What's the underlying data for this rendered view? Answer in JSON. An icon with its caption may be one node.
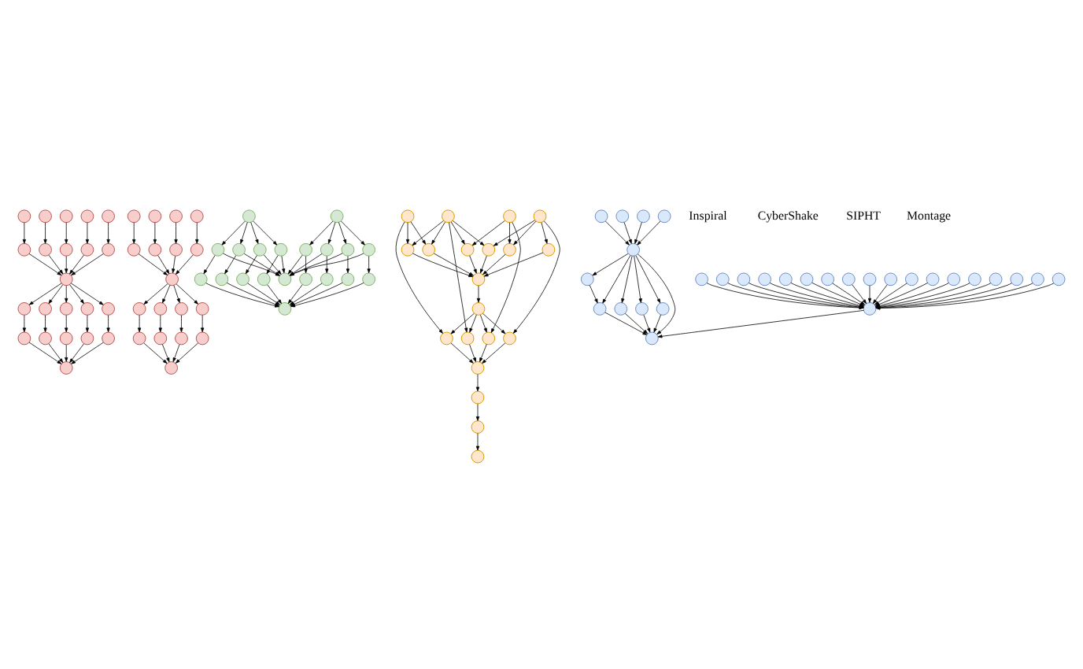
{
  "diagram": {
    "nodes": [
      {
        "text": [],
        "shape": "circle"
      },
      {
        "text": [],
        "shape": "circle"
      },
      {
        "text": [],
        "shape": "circle"
      },
      {
        "text": [],
        "shape": "circle"
      },
      {
        "text": [],
        "shape": "circle"
      },
      {
        "text": [],
        "shape": "circle"
      },
      {
        "text": [],
        "shape": "circle"
      },
      {
        "text": [],
        "shape": "circle"
      },
      {
        "text": [],
        "shape": "circle"
      },
      {
        "text": [],
        "shape": "circle"
      },
      {
        "text": [],
        "shape": "circle"
      },
      {
        "text": [],
        "shape": "circle"
      },
      {
        "text": [],
        "shape": "circle"
      },
      {
        "text": [],
        "shape": "circle"
      },
      {
        "text": [],
        "shape": "circle"
      },
      {
        "text": [],
        "shape": "circle"
      },
      {
        "text": [],
        "shape": "circle"
      },
      {
        "text": [],
        "shape": "circle"
      },
      {
        "text": [],
        "shape": "circle"
      },
      {
        "text": [],
        "shape": "circle"
      },
      {
        "text": [],
        "shape": "circle"
      },
      {
        "text": [],
        "shape": "circle"
      },
      {
        "text": [],
        "shape": "circle"
      },
      {
        "text": [],
        "shape": "circle"
      },
      {
        "text": [],
        "shape": "circle"
      },
      {
        "text": [],
        "shape": "circle"
      },
      {
        "text": [],
        "shape": "circle"
      },
      {
        "text": [],
        "shape": "circle"
      },
      {
        "text": [],
        "shape": "circle"
      },
      {
        "text": [],
        "shape": "circle"
      },
      {
        "text": [],
        "shape": "circle"
      },
      {
        "text": [],
        "shape": "circle"
      },
      {
        "text": [],
        "shape": "circle"
      },
      {
        "text": [],
        "shape": "circle"
      },
      {
        "text": [],
        "shape": "circle"
      },
      {
        "text": [],
        "shape": "circle"
      },
      {
        "text": [],
        "shape": "circle"
      },
      {
        "text": [],
        "shape": "circle"
      },
      {
        "text": [],
        "shape": "circle"
      },
      {
        "text": [],
        "shape": "circle"
      },
      {
        "text": [],
        "shape": "circle"
      },
      {
        "text": [],
        "shape": "circle"
      },
      {
        "text": [],
        "shape": "circle"
      },
      {
        "text": [],
        "shape": "circle"
      },
      {
        "text": [],
        "shape": "circle"
      },
      {
        "text": [],
        "shape": "circle"
      },
      {
        "text": [],
        "shape": "circle"
      },
      {
        "text": [],
        "shape": "circle"
      },
      {
        "text": [],
        "shape": "circle"
      },
      {
        "text": [],
        "shape": "circle"
      },
      {
        "text": [],
        "shape": "circle"
      },
      {
        "text": [],
        "shape": "circle"
      },
      {
        "text": [],
        "shape": "circle"
      },
      {
        "text": [],
        "shape": "circle"
      },
      {
        "text": [],
        "shape": "circle"
      },
      {
        "text": [],
        "shape": "circle"
      },
      {
        "text": [],
        "shape": "circle"
      },
      {
        "text": [],
        "shape": "circle"
      },
      {
        "text": [],
        "shape": "circle"
      },
      {
        "text": [],
        "shape": "circle"
      },
      {
        "text": [],
        "shape": "circle"
      },
      {
        "text": [],
        "shape": "circle"
      },
      {
        "text": [],
        "shape": "circle"
      },
      {
        "text": [],
        "shape": "circle"
      },
      {
        "text": [],
        "shape": "circle"
      },
      {
        "text": [],
        "shape": "circle"
      },
      {
        "text": [],
        "shape": "circle"
      },
      {
        "text": [],
        "shape": "circle"
      },
      {
        "text": [],
        "shape": "circle"
      },
      {
        "text": [],
        "shape": "circle"
      },
      {
        "text": [],
        "shape": "circle"
      },
      {
        "text": [],
        "shape": "circle"
      },
      {
        "text": [],
        "shape": "circle"
      },
      {
        "text": [],
        "shape": "circle"
      },
      {
        "text": [],
        "shape": "circle"
      },
      {
        "text": [],
        "shape": "circle"
      },
      {
        "text": [],
        "shape": "circle"
      },
      {
        "text": [],
        "shape": "circle"
      },
      {
        "text": [],
        "shape": "circle"
      },
      {
        "text": [],
        "shape": "circle"
      },
      {
        "text": [],
        "shape": "circle"
      },
      {
        "text": [],
        "shape": "circle"
      },
      {
        "text": [],
        "shape": "circle"
      },
      {
        "text": [],
        "shape": "circle"
      },
      {
        "text": [],
        "shape": "circle"
      },
      {
        "text": [],
        "shape": "circle"
      },
      {
        "text": [],
        "shape": "circle"
      },
      {
        "text": [],
        "shape": "circle"
      },
      {
        "text": [],
        "shape": "circle"
      },
      {
        "text": [],
        "shape": "circle"
      },
      {
        "text": [],
        "shape": "circle"
      },
      {
        "text": [],
        "shape": "circle"
      },
      {
        "text": [],
        "shape": "circle"
      },
      {
        "text": [],
        "shape": "circle"
      },
      {
        "text": [],
        "shape": "circle"
      },
      {
        "text": [],
        "shape": "circle"
      },
      {
        "text": [],
        "shape": "circle"
      },
      {
        "text": [],
        "shape": "circle"
      },
      {
        "text": [],
        "shape": "circle"
      },
      {
        "text": [],
        "shape": "circle"
      },
      {
        "text": [],
        "shape": "circle"
      },
      {
        "text": [],
        "shape": "circle"
      },
      {
        "text": [],
        "shape": "circle"
      },
      {
        "text": [],
        "shape": "circle"
      },
      {
        "text": [],
        "shape": "circle"
      },
      {
        "text": [],
        "shape": "circle"
      },
      {
        "text": [],
        "shape": "circle"
      },
      {
        "text": [],
        "shape": "circle"
      },
      {
        "text": [],
        "shape": "circle"
      },
      {
        "text": [],
        "shape": "circle"
      }
    ],
    "edges": [
      {
        "from": 0,
        "to": 5,
        "arrow": "to"
      },
      {
        "from": 1,
        "to": 6,
        "arrow": "to"
      },
      {
        "from": 2,
        "to": 7,
        "arrow": "to"
      },
      {
        "from": 3,
        "to": 8,
        "arrow": "to"
      },
      {
        "from": 4,
        "to": 9,
        "arrow": "to"
      },
      {
        "from": 5,
        "to": 10,
        "arrow": "to"
      },
      {
        "from": 6,
        "to": 10,
        "arrow": "to"
      },
      {
        "from": 7,
        "to": 10,
        "arrow": "to"
      },
      {
        "from": 8,
        "to": 10,
        "arrow": "to"
      },
      {
        "from": 9,
        "to": 10,
        "arrow": "to"
      },
      {
        "from": 10,
        "to": 11,
        "arrow": "to"
      },
      {
        "from": 10,
        "to": 12,
        "arrow": "to"
      },
      {
        "from": 10,
        "to": 13,
        "arrow": "to"
      },
      {
        "from": 10,
        "to": 14,
        "arrow": "to"
      },
      {
        "from": 10,
        "to": 15,
        "arrow": "to"
      },
      {
        "from": 11,
        "to": 16,
        "arrow": "to"
      },
      {
        "from": 12,
        "to": 17,
        "arrow": "to"
      },
      {
        "from": 13,
        "to": 18,
        "arrow": "to"
      },
      {
        "from": 14,
        "to": 19,
        "arrow": "to"
      },
      {
        "from": 15,
        "to": 20,
        "arrow": "to"
      },
      {
        "from": 16,
        "to": 21,
        "arrow": "to"
      },
      {
        "from": 17,
        "to": 21,
        "arrow": "to"
      },
      {
        "from": 18,
        "to": 21,
        "arrow": "to"
      },
      {
        "from": 19,
        "to": 21,
        "arrow": "to"
      },
      {
        "from": 20,
        "to": 21,
        "arrow": "to"
      },
      {
        "from": 22,
        "to": 26,
        "arrow": "to"
      },
      {
        "from": 23,
        "to": 27,
        "arrow": "to"
      },
      {
        "from": 24,
        "to": 28,
        "arrow": "to"
      },
      {
        "from": 25,
        "to": 29,
        "arrow": "to"
      },
      {
        "from": 26,
        "to": 30,
        "arrow": "to"
      },
      {
        "from": 27,
        "to": 30,
        "arrow": "to"
      },
      {
        "from": 28,
        "to": 30,
        "arrow": "to"
      },
      {
        "from": 29,
        "to": 30,
        "arrow": "to"
      },
      {
        "from": 30,
        "to": 31,
        "arrow": "to"
      },
      {
        "from": 30,
        "to": 32,
        "arrow": "to"
      },
      {
        "from": 30,
        "to": 33,
        "arrow": "to"
      },
      {
        "from": 30,
        "to": 34,
        "arrow": "to"
      },
      {
        "from": 31,
        "to": 35,
        "arrow": "to"
      },
      {
        "from": 32,
        "to": 36,
        "arrow": "to"
      },
      {
        "from": 33,
        "to": 37,
        "arrow": "to"
      },
      {
        "from": 34,
        "to": 38,
        "arrow": "to"
      },
      {
        "from": 35,
        "to": 39,
        "arrow": "to"
      },
      {
        "from": 36,
        "to": 39,
        "arrow": "to"
      },
      {
        "from": 37,
        "to": 39,
        "arrow": "to"
      },
      {
        "from": 38,
        "to": 39,
        "arrow": "to"
      },
      {
        "from": 40,
        "to": 42,
        "arrow": "to"
      },
      {
        "from": 40,
        "to": 43,
        "arrow": "to"
      },
      {
        "from": 40,
        "to": 44,
        "arrow": "to"
      },
      {
        "from": 40,
        "to": 45,
        "arrow": "to"
      },
      {
        "from": 41,
        "to": 46,
        "arrow": "to"
      },
      {
        "from": 41,
        "to": 47,
        "arrow": "to"
      },
      {
        "from": 41,
        "to": 48,
        "arrow": "to"
      },
      {
        "from": 41,
        "to": 49,
        "arrow": "to"
      },
      {
        "from": 42,
        "to": 50,
        "arrow": "to"
      },
      {
        "from": 43,
        "to": 50,
        "arrow": "to"
      },
      {
        "from": 44,
        "to": 50,
        "arrow": "to"
      },
      {
        "from": 45,
        "to": 50,
        "arrow": "to"
      },
      {
        "from": 46,
        "to": 50,
        "arrow": "to"
      },
      {
        "from": 47,
        "to": 50,
        "arrow": "to"
      },
      {
        "from": 48,
        "to": 50,
        "arrow": "to"
      },
      {
        "from": 49,
        "to": 50,
        "arrow": "to"
      },
      {
        "from": 42,
        "to": 51,
        "arrow": "to"
      },
      {
        "from": 43,
        "to": 52,
        "arrow": "to"
      },
      {
        "from": 44,
        "to": 53,
        "arrow": "to"
      },
      {
        "from": 45,
        "to": 54,
        "arrow": "to"
      },
      {
        "from": 46,
        "to": 55,
        "arrow": "to"
      },
      {
        "from": 47,
        "to": 56,
        "arrow": "to"
      },
      {
        "from": 48,
        "to": 57,
        "arrow": "to"
      },
      {
        "from": 49,
        "to": 58,
        "arrow": "to"
      },
      {
        "from": 51,
        "to": 59,
        "arrow": "to"
      },
      {
        "from": 52,
        "to": 59,
        "arrow": "to"
      },
      {
        "from": 53,
        "to": 59,
        "arrow": "to"
      },
      {
        "from": 54,
        "to": 59,
        "arrow": "to"
      },
      {
        "from": 55,
        "to": 59,
        "arrow": "to"
      },
      {
        "from": 56,
        "to": 59,
        "arrow": "to"
      },
      {
        "from": 57,
        "to": 59,
        "arrow": "to"
      },
      {
        "from": 58,
        "to": 59,
        "arrow": "to"
      },
      {
        "from": 60,
        "to": 64,
        "arrow": "to"
      },
      {
        "from": 60,
        "to": 65,
        "arrow": "to"
      },
      {
        "from": 60,
        "to": 72,
        "arrow": "to"
      },
      {
        "from": 61,
        "to": 64,
        "arrow": "to"
      },
      {
        "from": 61,
        "to": 65,
        "arrow": "to"
      },
      {
        "from": 61,
        "to": 66,
        "arrow": "to"
      },
      {
        "from": 61,
        "to": 68,
        "arrow": "to"
      },
      {
        "from": 61,
        "to": 73,
        "arrow": "to"
      },
      {
        "from": 62,
        "to": 66,
        "arrow": "to"
      },
      {
        "from": 62,
        "to": 67,
        "arrow": "to"
      },
      {
        "from": 62,
        "to": 74,
        "arrow": "to"
      },
      {
        "from": 63,
        "to": 67,
        "arrow": "to"
      },
      {
        "from": 63,
        "to": 68,
        "arrow": "to"
      },
      {
        "from": 63,
        "to": 69,
        "arrow": "to"
      },
      {
        "from": 63,
        "to": 75,
        "arrow": "to"
      },
      {
        "from": 64,
        "to": 70,
        "arrow": "to"
      },
      {
        "from": 65,
        "to": 70,
        "arrow": "to"
      },
      {
        "from": 66,
        "to": 70,
        "arrow": "to"
      },
      {
        "from": 67,
        "to": 70,
        "arrow": "to"
      },
      {
        "from": 68,
        "to": 70,
        "arrow": "to"
      },
      {
        "from": 69,
        "to": 70,
        "arrow": "to"
      },
      {
        "from": 70,
        "to": 71,
        "arrow": "to"
      },
      {
        "from": 71,
        "to": 72,
        "arrow": "to"
      },
      {
        "from": 71,
        "to": 73,
        "arrow": "to"
      },
      {
        "from": 71,
        "to": 74,
        "arrow": "to"
      },
      {
        "from": 71,
        "to": 75,
        "arrow": "to"
      },
      {
        "from": 72,
        "to": 76,
        "arrow": "to"
      },
      {
        "from": 73,
        "to": 76,
        "arrow": "to"
      },
      {
        "from": 74,
        "to": 76,
        "arrow": "to"
      },
      {
        "from": 75,
        "to": 76,
        "arrow": "to"
      },
      {
        "from": 76,
        "to": 77,
        "arrow": "to"
      },
      {
        "from": 77,
        "to": 78,
        "arrow": "to"
      },
      {
        "from": 78,
        "to": 79,
        "arrow": "to"
      },
      {
        "from": 80,
        "to": 84,
        "arrow": "to"
      },
      {
        "from": 81,
        "to": 84,
        "arrow": "to"
      },
      {
        "from": 82,
        "to": 84,
        "arrow": "to"
      },
      {
        "from": 83,
        "to": 84,
        "arrow": "to"
      },
      {
        "from": 84,
        "to": 85,
        "arrow": "to"
      },
      {
        "from": 84,
        "to": 86,
        "arrow": "to"
      },
      {
        "from": 84,
        "to": 87,
        "arrow": "to"
      },
      {
        "from": 84,
        "to": 88,
        "arrow": "to"
      },
      {
        "from": 84,
        "to": 89,
        "arrow": "to"
      },
      {
        "from": 84,
        "to": 90,
        "arrow": "to"
      },
      {
        "from": 85,
        "to": 86,
        "arrow": "to"
      },
      {
        "from": 86,
        "to": 90,
        "arrow": "to"
      },
      {
        "from": 87,
        "to": 90,
        "arrow": "to"
      },
      {
        "from": 88,
        "to": 90,
        "arrow": "to"
      },
      {
        "from": 89,
        "to": 90,
        "arrow": "to"
      },
      {
        "from": 91,
        "to": 109,
        "arrow": "to"
      },
      {
        "from": 92,
        "to": 109,
        "arrow": "to"
      },
      {
        "from": 93,
        "to": 109,
        "arrow": "to"
      },
      {
        "from": 94,
        "to": 109,
        "arrow": "to"
      },
      {
        "from": 95,
        "to": 109,
        "arrow": "to"
      },
      {
        "from": 96,
        "to": 109,
        "arrow": "to"
      },
      {
        "from": 97,
        "to": 109,
        "arrow": "to"
      },
      {
        "from": 98,
        "to": 109,
        "arrow": "to"
      },
      {
        "from": 99,
        "to": 109,
        "arrow": "to"
      },
      {
        "from": 100,
        "to": 109,
        "arrow": "to"
      },
      {
        "from": 101,
        "to": 109,
        "arrow": "to"
      },
      {
        "from": 102,
        "to": 109,
        "arrow": "to"
      },
      {
        "from": 103,
        "to": 109,
        "arrow": "to"
      },
      {
        "from": 104,
        "to": 109,
        "arrow": "to"
      },
      {
        "from": 105,
        "to": 109,
        "arrow": "to"
      },
      {
        "from": 106,
        "to": 109,
        "arrow": "to"
      },
      {
        "from": 107,
        "to": 109,
        "arrow": "to"
      },
      {
        "from": 108,
        "to": 109,
        "arrow": "to"
      },
      {
        "from": 109,
        "to": 90,
        "arrow": "to"
      }
    ],
    "labels": [
      "Inspiral",
      "CyberShake",
      "SIPHT",
      "Montage"
    ]
  }
}
